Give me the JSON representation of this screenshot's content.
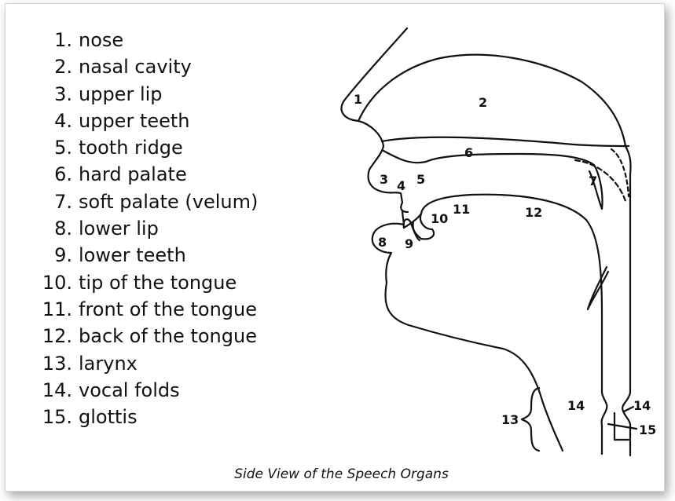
{
  "legend": [
    {
      "num": "1.",
      "term": "nose"
    },
    {
      "num": "2.",
      "term": "nasal cavity"
    },
    {
      "num": "3.",
      "term": "upper lip"
    },
    {
      "num": "4.",
      "term": "upper teeth"
    },
    {
      "num": "5.",
      "term": "tooth ridge"
    },
    {
      "num": "6.",
      "term": "hard palate"
    },
    {
      "num": "7.",
      "term": "soft palate (velum)"
    },
    {
      "num": "8.",
      "term": "lower lip"
    },
    {
      "num": "9.",
      "term": "lower teeth"
    },
    {
      "num": "10.",
      "term": "tip of the tongue"
    },
    {
      "num": "11.",
      "term": "front of the tongue"
    },
    {
      "num": "12.",
      "term": "back of the tongue"
    },
    {
      "num": "13.",
      "term": "larynx"
    },
    {
      "num": "14.",
      "term": "vocal folds"
    },
    {
      "num": "15.",
      "term": "glottis"
    }
  ],
  "diagram_labels": {
    "nose": "1",
    "nasal_cavity": "2",
    "upper_lip": "3",
    "upper_teeth": "4",
    "tooth_ridge": "5",
    "hard_palate": "6",
    "soft_palate": "7",
    "lower_lip": "8",
    "lower_teeth": "9",
    "tongue_tip": "10",
    "tongue_front": "11",
    "tongue_back": "12",
    "larynx": "13",
    "vocal_folds_left": "14",
    "vocal_folds_right": "14",
    "glottis": "15"
  },
  "caption": "Side View of the Speech Organs",
  "colors": {
    "line": "#111111",
    "background": "#ffffff"
  }
}
